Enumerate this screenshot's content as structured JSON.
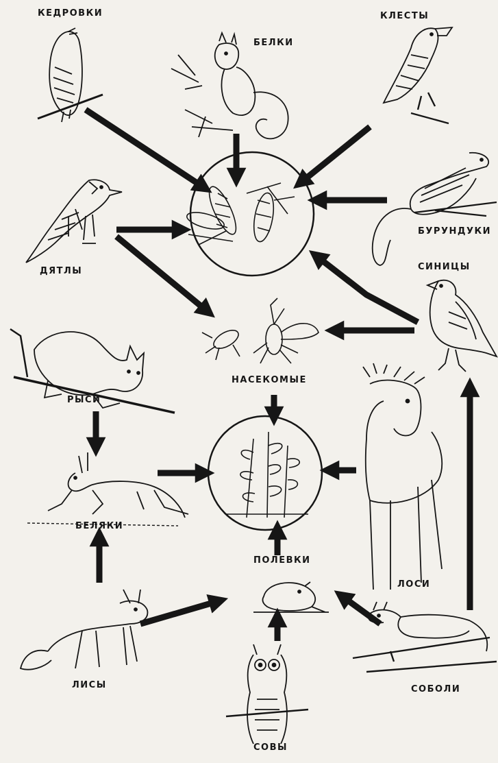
{
  "labels": {
    "kedrovki": "КЕДРОВКИ",
    "belki": "БЕЛКИ",
    "klesty": "КЛЕСТЫ",
    "burunduki": "БУРУНДУКИ",
    "dyatly": "ДЯТЛЫ",
    "sinitsy": "СИНИЦЫ",
    "nasekomye": "НАСЕКОМЫЕ",
    "rysi": "РЫСИ",
    "belyaki": "БЕЛЯКИ",
    "polevki": "ПОЛЕВКИ",
    "losi": "ЛОСИ",
    "lisy": "ЛИСЫ",
    "soboli": "СОБОЛИ",
    "sovy": "СОВЫ"
  },
  "colors": {
    "ink": "#161616",
    "paper": "#f3f1ec"
  }
}
